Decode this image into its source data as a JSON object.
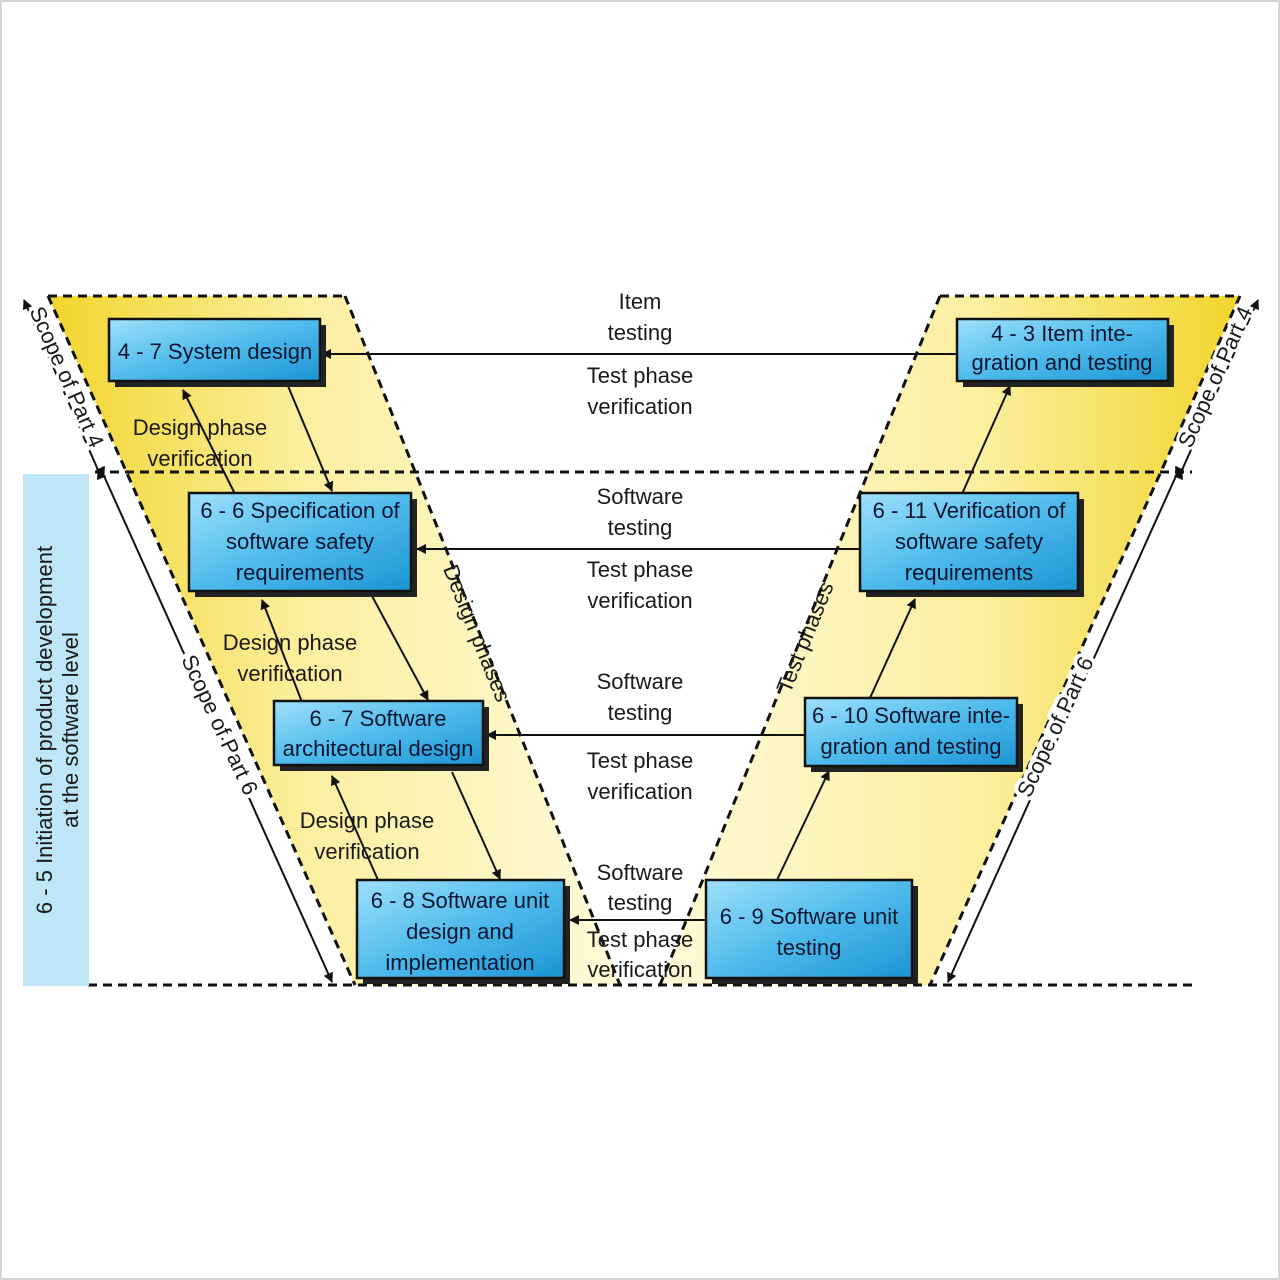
{
  "colors": {
    "band_yellow": "#f5dc3a",
    "band_light": "#fff7c0",
    "box_top": "#7fd3f5",
    "box_bottom": "#1f9fd8",
    "side_bar": "#bfe6f7"
  },
  "boxes": {
    "system_design": [
      "4 - 7 System design"
    ],
    "item_integration": [
      "4 - 3 Item inte-",
      "gration and testing"
    ],
    "spec_sw_safety": [
      "6 - 6 Specification of",
      "software safety",
      "requirements"
    ],
    "verif_sw_safety": [
      "6 - 11 Verification of",
      "software safety",
      "requirements"
    ],
    "sw_arch_design": [
      "6 - 7 Software",
      "architectural design"
    ],
    "sw_integration": [
      "6 - 10 Software inte-",
      "gration and testing"
    ],
    "sw_unit_design": [
      "6 - 8 Software unit",
      "design and",
      "implementation"
    ],
    "sw_unit_testing": [
      "6 - 9 Software unit",
      "testing"
    ]
  },
  "labels": {
    "item_testing": [
      "Item",
      "testing"
    ],
    "software_testing": [
      "Software",
      "testing"
    ],
    "test_phase_verification": [
      "Test phase",
      "verification"
    ],
    "design_phase_verification": [
      "Design phase",
      "verification"
    ],
    "design_phases": "Design phases",
    "test_phases": "Test phases",
    "scope_part4": "Scope of Part 4",
    "scope_part6": "Scope of Part 6",
    "side_bar": [
      "6 - 5 Initiation of product development",
      "at the software level"
    ]
  }
}
